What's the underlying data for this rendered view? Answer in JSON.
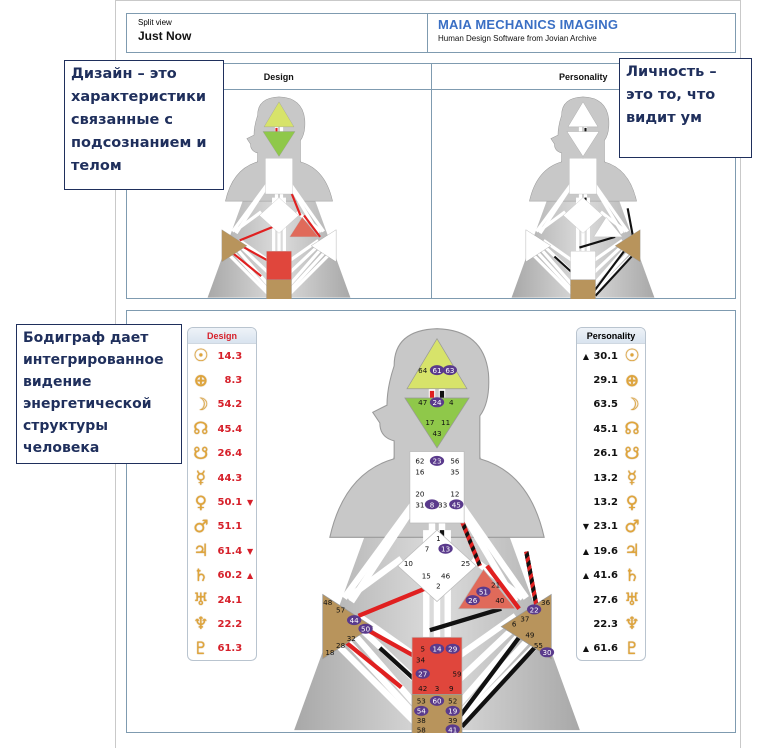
{
  "header": {
    "view_label": "Split view",
    "time_label": "Just Now",
    "brand_title": "MAIA MECHANICS IMAGING",
    "brand_subtitle": "Human Design Software from Jovian Archive"
  },
  "split_view": {
    "left_title": "Design",
    "right_title": "Personality"
  },
  "callouts": {
    "design": "Дизайн – это характеристики связанные с подсознанием и телом",
    "personality": "Личность – это то, что видит ум",
    "bodygraph": "Бодиграф дает интегрированное видение энергетической структуры человека"
  },
  "design_panel": {
    "title": "Design",
    "planets": [
      {
        "name": "sun-icon",
        "glyph": "☉",
        "value": "14.3",
        "arrow": ""
      },
      {
        "name": "earth-icon",
        "glyph": "⊕",
        "value": "8.3",
        "arrow": ""
      },
      {
        "name": "moon-icon",
        "glyph": "☽",
        "value": "54.2",
        "arrow": ""
      },
      {
        "name": "north-node-icon",
        "glyph": "☊",
        "value": "45.4",
        "arrow": ""
      },
      {
        "name": "south-node-icon",
        "glyph": "☋",
        "value": "26.4",
        "arrow": ""
      },
      {
        "name": "mercury-icon",
        "glyph": "☿",
        "value": "44.3",
        "arrow": ""
      },
      {
        "name": "venus-icon",
        "glyph": "♀",
        "value": "50.1",
        "arrow": "▼"
      },
      {
        "name": "mars-icon",
        "glyph": "♂",
        "value": "51.1",
        "arrow": ""
      },
      {
        "name": "jupiter-icon",
        "glyph": "♃",
        "value": "61.4",
        "arrow": "▼"
      },
      {
        "name": "saturn-icon",
        "glyph": "♄",
        "value": "60.2",
        "arrow": "▲"
      },
      {
        "name": "uranus-icon",
        "glyph": "♅",
        "value": "24.1",
        "arrow": ""
      },
      {
        "name": "neptune-icon",
        "glyph": "♆",
        "value": "22.2",
        "arrow": ""
      },
      {
        "name": "pluto-icon",
        "glyph": "♇",
        "value": "61.3",
        "arrow": ""
      }
    ]
  },
  "personality_panel": {
    "title": "Personality",
    "planets": [
      {
        "name": "sun-icon",
        "glyph": "☉",
        "value": "30.1",
        "arrow": "▲"
      },
      {
        "name": "earth-icon",
        "glyph": "⊕",
        "value": "29.1",
        "arrow": ""
      },
      {
        "name": "moon-icon",
        "glyph": "☽",
        "value": "63.5",
        "arrow": ""
      },
      {
        "name": "north-node-icon",
        "glyph": "☊",
        "value": "45.1",
        "arrow": ""
      },
      {
        "name": "south-node-icon",
        "glyph": "☋",
        "value": "26.1",
        "arrow": ""
      },
      {
        "name": "mercury-icon",
        "glyph": "☿",
        "value": "13.2",
        "arrow": ""
      },
      {
        "name": "venus-icon",
        "glyph": "♀",
        "value": "13.2",
        "arrow": ""
      },
      {
        "name": "mars-icon",
        "glyph": "♂",
        "value": "23.1",
        "arrow": "▼"
      },
      {
        "name": "jupiter-icon",
        "glyph": "♃",
        "value": "19.6",
        "arrow": "▲"
      },
      {
        "name": "saturn-icon",
        "glyph": "♄",
        "value": "41.6",
        "arrow": "▲"
      },
      {
        "name": "uranus-icon",
        "glyph": "♅",
        "value": "27.6",
        "arrow": ""
      },
      {
        "name": "neptune-icon",
        "glyph": "♆",
        "value": "22.3",
        "arrow": ""
      },
      {
        "name": "pluto-icon",
        "glyph": "♇",
        "value": "61.6",
        "arrow": "▲"
      }
    ]
  },
  "bodygraph": {
    "colors": {
      "head": "#d7e36a",
      "ajna": "#8fc84a",
      "defined_red": "#e0463c",
      "ego_red": "#e06a5a",
      "brown": "#b8945c",
      "white": "#ffffff",
      "gate_badge": "#5a3a8c",
      "design_channel": "#e02020",
      "personality_channel": "#111111"
    },
    "centers": {
      "head": {
        "gates": [
          "64",
          "61",
          "63"
        ],
        "active": [
          "61",
          "63"
        ]
      },
      "ajna": {
        "gates": [
          "47",
          "24",
          "4",
          "17",
          "11",
          "43"
        ],
        "active": [
          "24"
        ]
      },
      "throat": {
        "gates": [
          "62",
          "23",
          "56",
          "16",
          "35",
          "20",
          "12",
          "31",
          "8",
          "33",
          "45"
        ],
        "active": [
          "23",
          "8",
          "45"
        ]
      },
      "g": {
        "gates": [
          "1",
          "7",
          "13",
          "10",
          "25",
          "15",
          "46",
          "2"
        ],
        "active": [
          "13"
        ]
      },
      "ego": {
        "gates": [
          "21",
          "51",
          "26",
          "40"
        ],
        "active": [
          "51",
          "26"
        ]
      },
      "spleen": {
        "gates": [
          "48",
          "57",
          "44",
          "50",
          "32",
          "28",
          "18"
        ],
        "active": [
          "44",
          "50"
        ]
      },
      "sacral": {
        "gates": [
          "5",
          "14",
          "29",
          "34",
          "27",
          "59",
          "42",
          "3",
          "9"
        ],
        "active": [
          "14",
          "29",
          "27"
        ]
      },
      "solar_plexus": {
        "gates": [
          "36",
          "22",
          "37",
          "6",
          "49",
          "55",
          "30"
        ],
        "active": [
          "22",
          "30"
        ]
      },
      "root": {
        "gates": [
          "53",
          "60",
          "52",
          "54",
          "19",
          "38",
          "39",
          "58",
          "41"
        ],
        "active": [
          "60",
          "54",
          "19",
          "41"
        ]
      }
    }
  }
}
